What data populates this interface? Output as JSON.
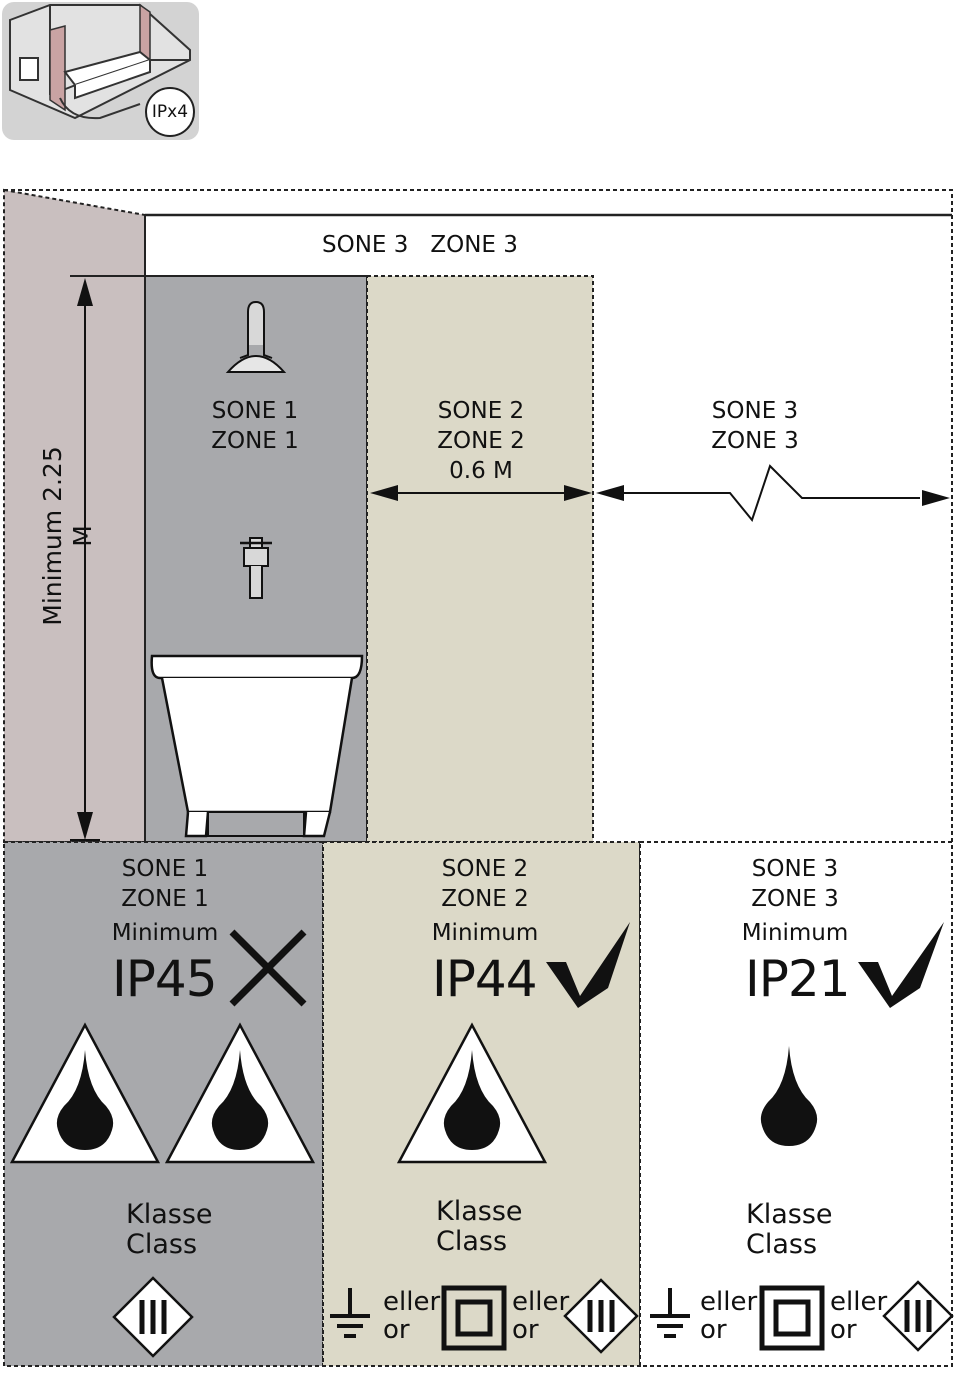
{
  "badge": {
    "label": "IPx4"
  },
  "top_label": {
    "sone": "SONE 3",
    "zone": "ZONE 3"
  },
  "height_label": "Minimum 2.25 M",
  "upper": {
    "zone1": {
      "sone": "SONE 1",
      "zone": "ZONE 1"
    },
    "zone2": {
      "sone": "SONE 2",
      "zone": "ZONE 2",
      "distance": "0.6 M"
    },
    "zone3": {
      "sone": "SONE 3",
      "zone": "ZONE 3"
    }
  },
  "lower": [
    {
      "sone": "SONE 1",
      "zone": "ZONE 1",
      "minimum": "Minimum",
      "ip": "IP45",
      "mark": "cross-icon",
      "klasse": "Klasse",
      "class": "Class"
    },
    {
      "sone": "SONE 2",
      "zone": "ZONE 2",
      "minimum": "Minimum",
      "ip": "IP44",
      "mark": "check-icon",
      "klasse": "Klasse",
      "class": "Class",
      "eller": "eller",
      "or": "or"
    },
    {
      "sone": "SONE 3",
      "zone": "ZONE 3",
      "minimum": "Minimum",
      "ip": "IP21",
      "mark": "check-icon",
      "klasse": "Klasse",
      "class": "Class",
      "eller": "eller",
      "or": "or"
    }
  ],
  "colors": {
    "wall": "#c9bfbf",
    "zone1": "#a8a9ac",
    "zone2": "#dcd9c8",
    "zone3": "#ffffff",
    "badge_bg": "#d3d3d3"
  }
}
